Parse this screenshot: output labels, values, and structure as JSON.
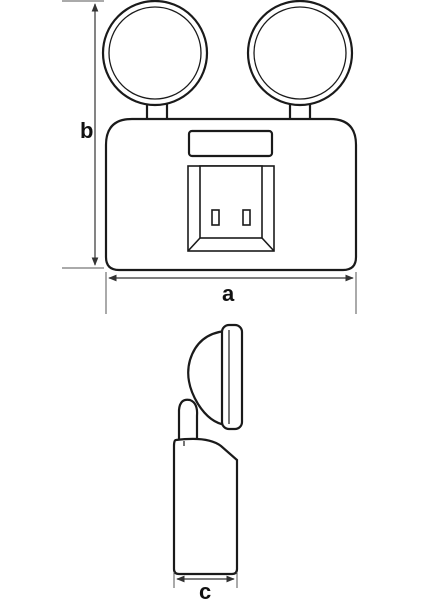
{
  "dimensions": {
    "width_label": "a",
    "height_label": "b",
    "depth_label": "c"
  },
  "colors": {
    "stroke": "#1a1a1a",
    "dimension_line": "#444444",
    "fill": "#ffffff"
  }
}
